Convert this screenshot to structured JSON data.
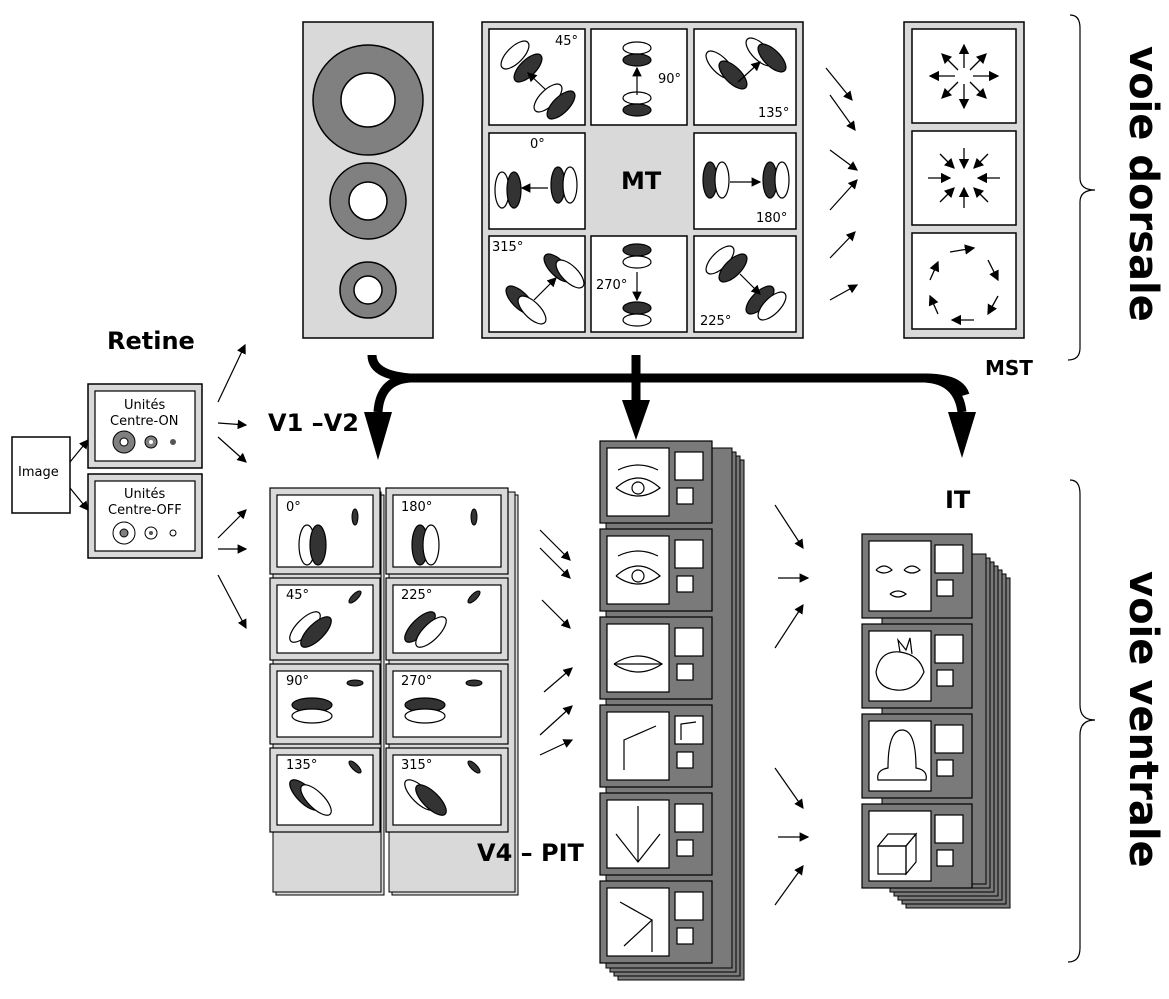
{
  "labels": {
    "retine": "Retine",
    "image": "Image",
    "v1v2": "V1 –V2",
    "mt": "MT",
    "mst": "MST",
    "it": "IT",
    "v4pit": "V4 – PIT",
    "dorsal": "voie dorsale",
    "ventral": "voie ventrale"
  },
  "retina_units": {
    "on_line1": "Unités",
    "on_line2": "Centre-ON",
    "off_line1": "Unités",
    "off_line2": "Centre-OFF"
  },
  "mt_angles": [
    "45°",
    "90°",
    "135°",
    "0°",
    "180°",
    "315°",
    "270°",
    "225°"
  ],
  "v1_angles": [
    "0°",
    "180°",
    "45°",
    "225°",
    "90°",
    "270°",
    "135°",
    "315°"
  ],
  "v4_features": [
    "eye-icon",
    "eye-icon",
    "lips-icon",
    "corner-icon",
    "arrow-down-icon",
    "angle-icon"
  ],
  "it_objects": [
    "face-icon",
    "rabbit-icon",
    "hat-icon",
    "cube-icon"
  ],
  "mst_patterns": [
    "expansion-icon",
    "contraction-icon",
    "rotation-icon"
  ],
  "colors": {
    "panel": "#d9d9d9",
    "dark": "#7a7a7a",
    "ring": "#808080",
    "stroke": "#000000"
  }
}
